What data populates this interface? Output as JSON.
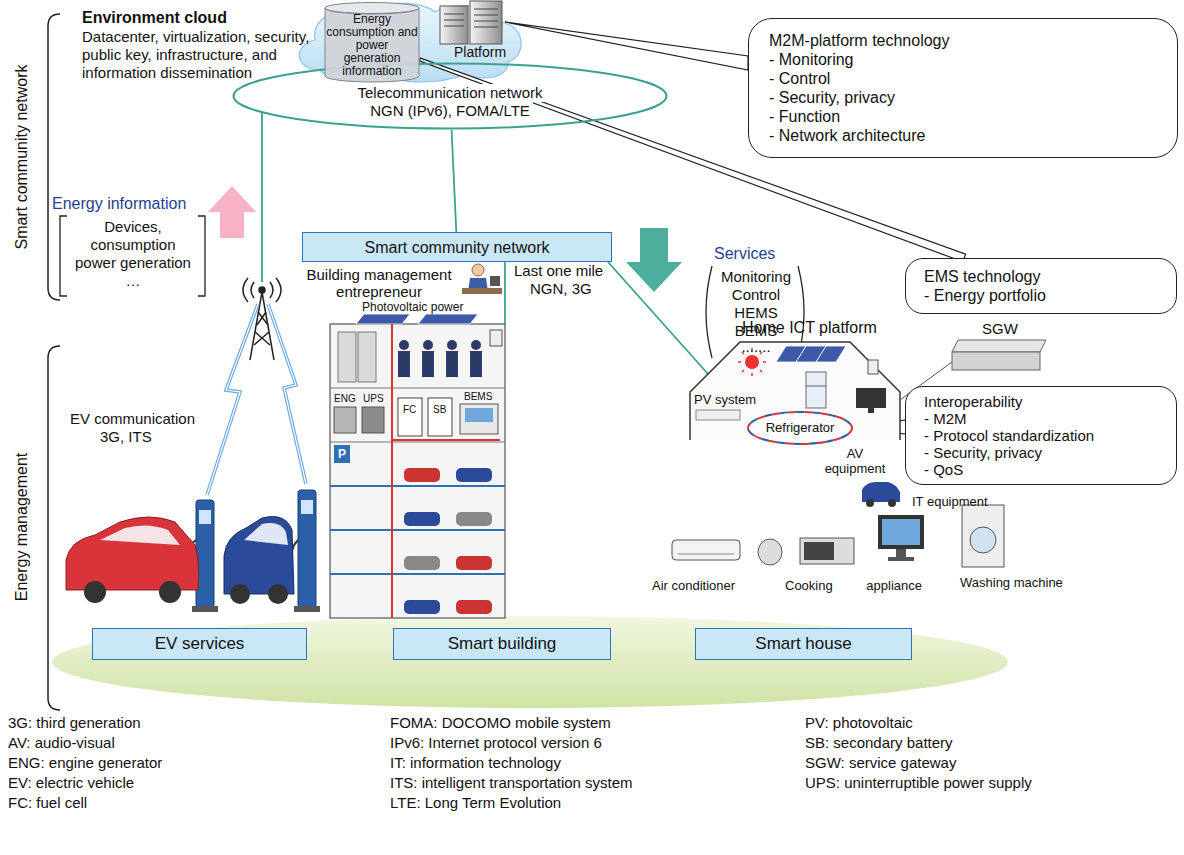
{
  "diagram": {
    "nodes": [
      {
        "text": [
          "Energy consumption and power generation information"
        ]
      },
      {
        "text": [
          "M2M-platform technology",
          "- Monitoring",
          "- Control",
          "- Security, privacy",
          "- Function",
          "- Network architecture"
        ]
      },
      {
        "text": [
          "Telecommunication network",
          "NGN (IPv6), FOMA/LTE"
        ]
      },
      {
        "text": [
          "Smart community network"
        ]
      },
      {
        "text": [
          "EMS technology",
          "- Energy portfolio"
        ]
      },
      {
        "text": [
          "Interoperability",
          "- M2M",
          "- Protocol standardization",
          "- Security, privacy",
          "- QoS"
        ]
      },
      {
        "text": [
          "EV services"
        ]
      },
      {
        "text": [
          "Smart building"
        ]
      },
      {
        "text": [
          "Smart house"
        ]
      }
    ],
    "edges": [
      {
        "from": 2,
        "to": 3,
        "arrow": "none"
      },
      {
        "from": 0,
        "to": 4,
        "arrow": "none"
      }
    ],
    "labels": [
      "Smart community network",
      "Environment cloud",
      "Datacenter, virtualization, security, public key, infrastructure, and information dissemination",
      "Platform",
      "Energy information",
      "Devices,",
      "consumption",
      "power generation",
      "…",
      "Services",
      "Monitoring",
      "Control",
      "HEMS",
      "BEMS",
      ".......",
      "Building management entrepreneur",
      "Last one mile",
      "NGN, 3G",
      "Photovoltaic power",
      "Home ICT platform",
      "SGW",
      "Energy management",
      "EV communication",
      "3G, ITS",
      "ENG",
      "UPS",
      "FC",
      "SB",
      "BEMS",
      "P",
      "PV system",
      "Refrigerator",
      "AV equipment",
      "IT equipment",
      "Air conditioner",
      "Cooking appliance",
      "Washing machine",
      "3G: third generation",
      "AV: audio-visual",
      "ENG: engine generator",
      "EV: electric vehicle",
      "FC: fuel cell",
      "FOMA: DOCOMO mobile system",
      "IPv6: Internet protocol version 6",
      "IT: information technology",
      "ITS: intelligent transportation system",
      "LTE: Long Term Evolution",
      "PV: photovoltaic",
      "SB: secondary battery",
      "SGW: service gateway",
      "UPS: uninterruptible power supply"
    ]
  }
}
